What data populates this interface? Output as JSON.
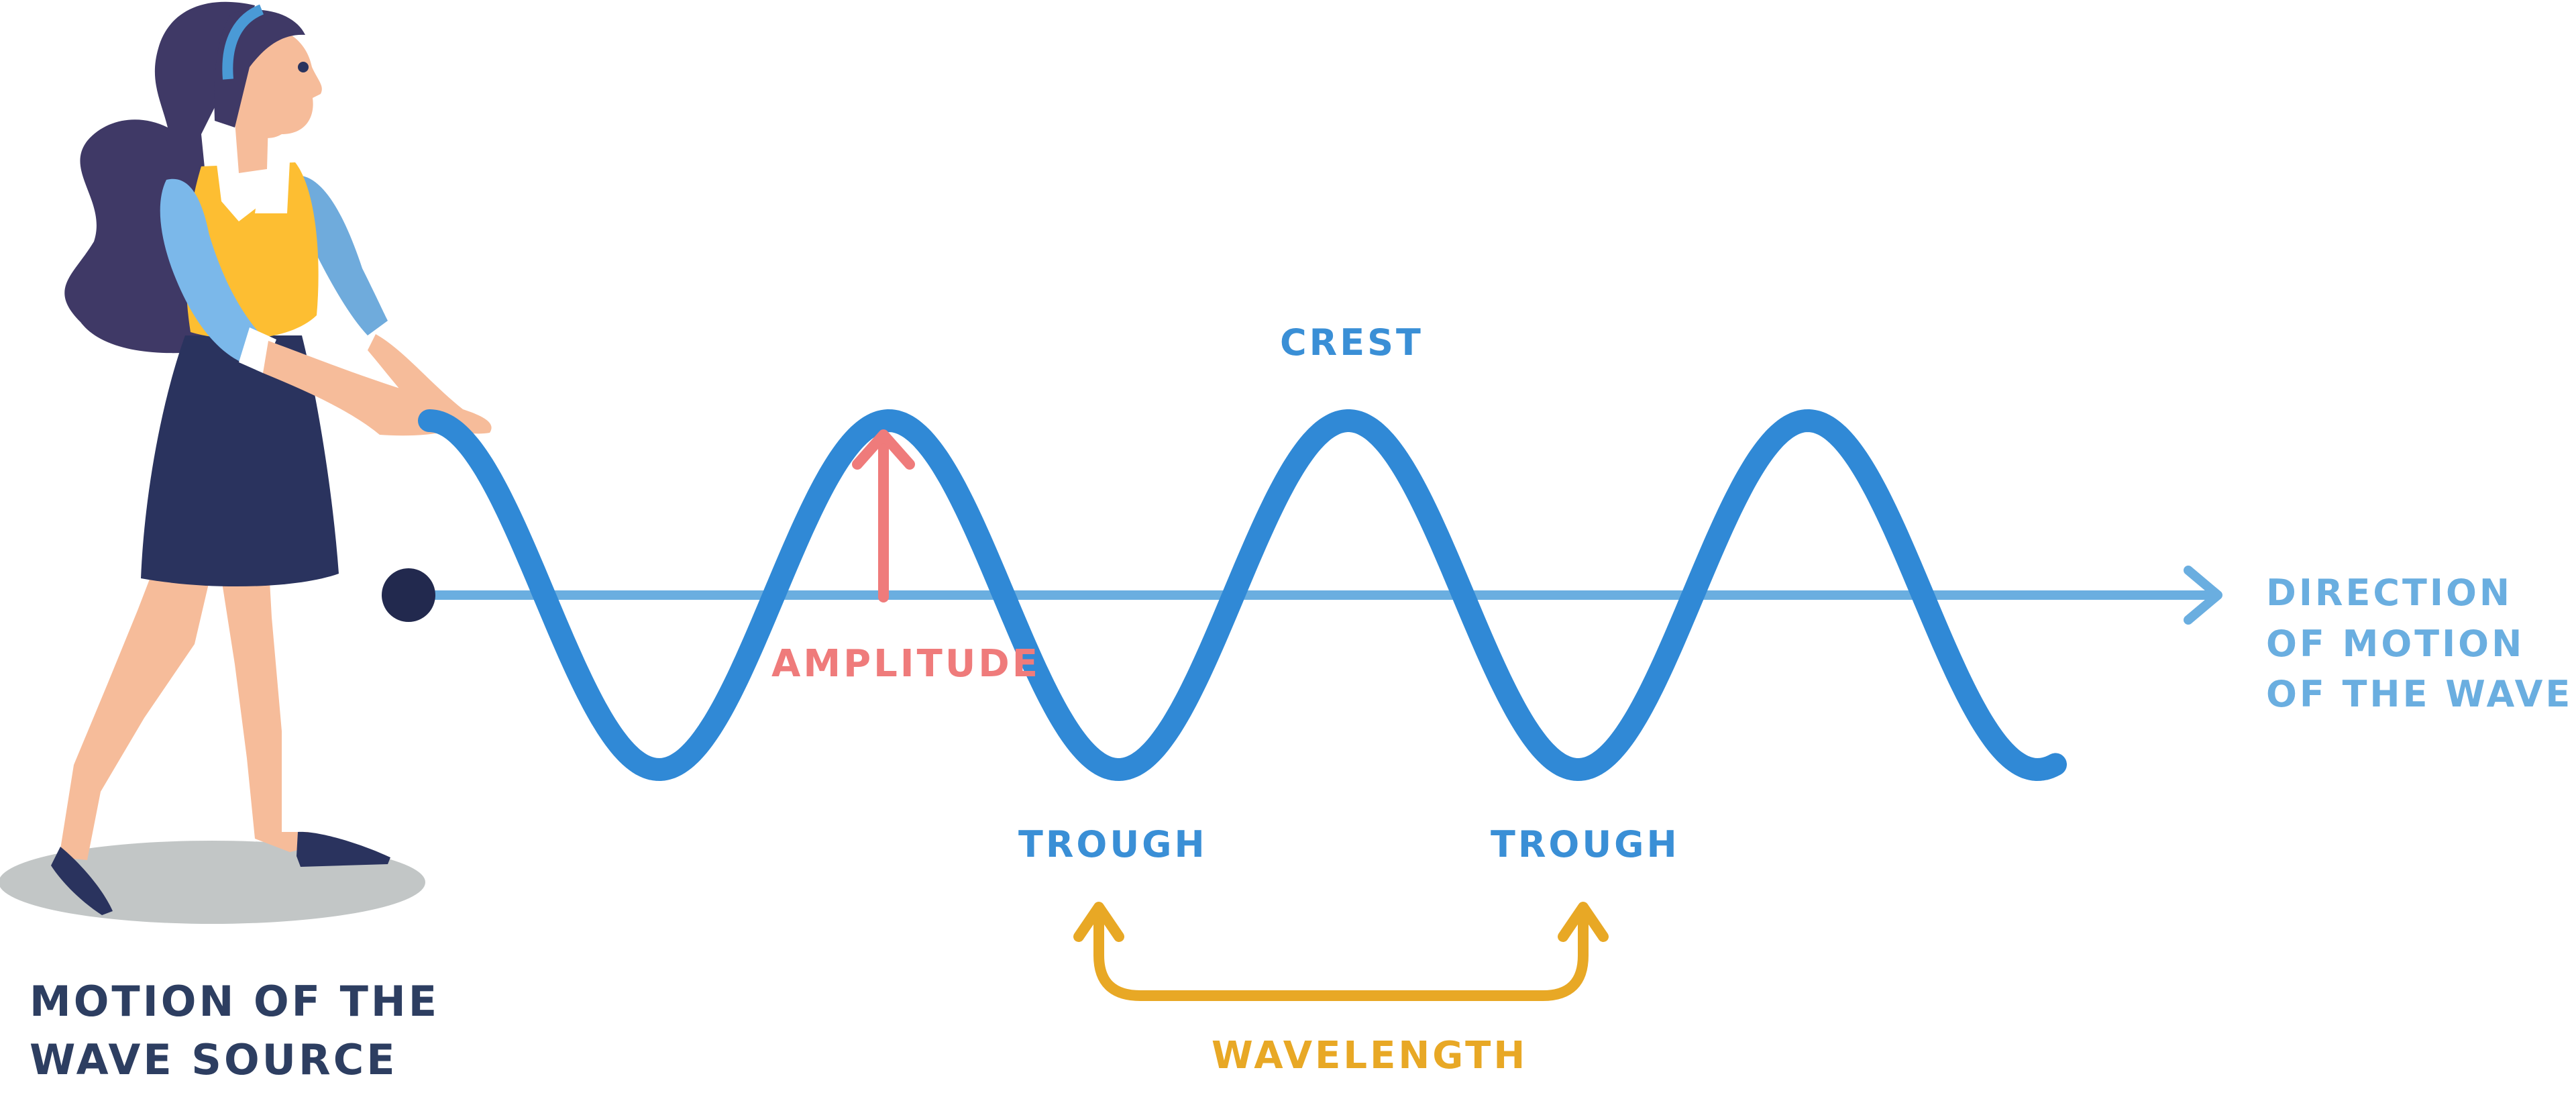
{
  "labels": {
    "crest": "CREST",
    "amplitude": "AMPLITUDE",
    "trough_1": "TROUGH",
    "trough_2": "TROUGH",
    "wavelength": "WAVELENGTH",
    "direction": "DIRECTION OF MOTION OF THE WAVE",
    "source": "MOTION OF THE WAVE SOURCE"
  },
  "colors": {
    "wave": "#3089d6",
    "axis": "#6aaee0",
    "amplitude": "#ef7b7b",
    "wavelength": "#e8a825",
    "source_text": "#2d3e61",
    "hair": "#3f3966",
    "skirt": "#2a335e",
    "vest": "#fdbe32",
    "sleeve": "#7bb8ea",
    "skin": "#f6bc9a",
    "shadow": "#c2c6c6"
  }
}
